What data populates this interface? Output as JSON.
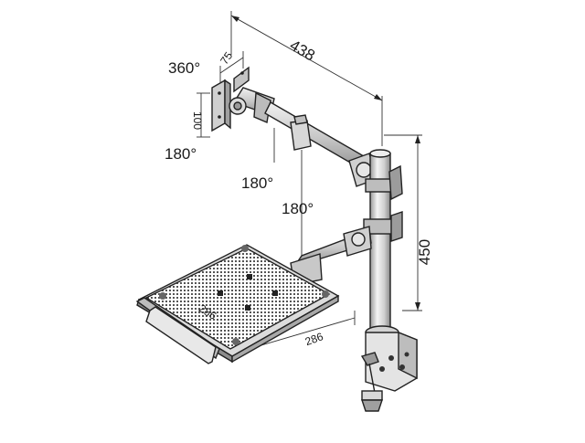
{
  "diagram": {
    "dimensions": {
      "arm_length": "438",
      "pole_height": "450",
      "vesa_width": "75",
      "vesa_height": "100",
      "tray_width": "286",
      "tray_depth": "286"
    },
    "rotations": {
      "monitor_plate": "360°",
      "plate_tilt": "180°",
      "arm_joint_1": "180°",
      "arm_joint_2": "180°"
    },
    "colors": {
      "line": "#222222",
      "metal_light": "#e2e2e2",
      "metal_mid": "#b9b9b9",
      "metal_dark": "#7d7d7d"
    }
  }
}
